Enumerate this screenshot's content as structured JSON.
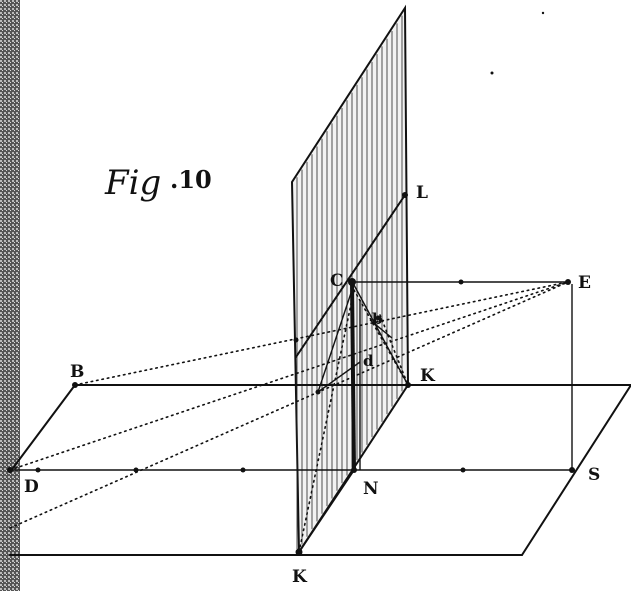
{
  "figure": {
    "title_script": "Fig",
    "title_number": ".10"
  },
  "labels": {
    "B": "B",
    "C": "C",
    "E": "E",
    "L": "L",
    "K_upper": "K",
    "K_lower": "K",
    "N": "N",
    "D": "D",
    "S": "S",
    "b": "b",
    "d": "d"
  }
}
